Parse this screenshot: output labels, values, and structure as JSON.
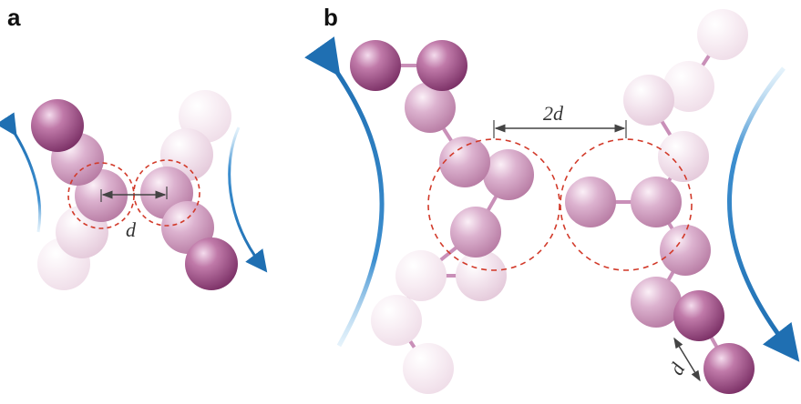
{
  "panels": {
    "a": {
      "label": "a",
      "distance_label": "d"
    },
    "b": {
      "label": "b",
      "distance_label_top": "2d",
      "distance_label_bottom": "d"
    }
  },
  "colors": {
    "sphere_dark": "#9c4a84",
    "sphere_mid": "#c98fb8",
    "sphere_light": "#f3e3ee",
    "flow_arrow": "#1f6fb2",
    "dashed_circle": "#d23a2a",
    "dimension_line": "#444444"
  }
}
